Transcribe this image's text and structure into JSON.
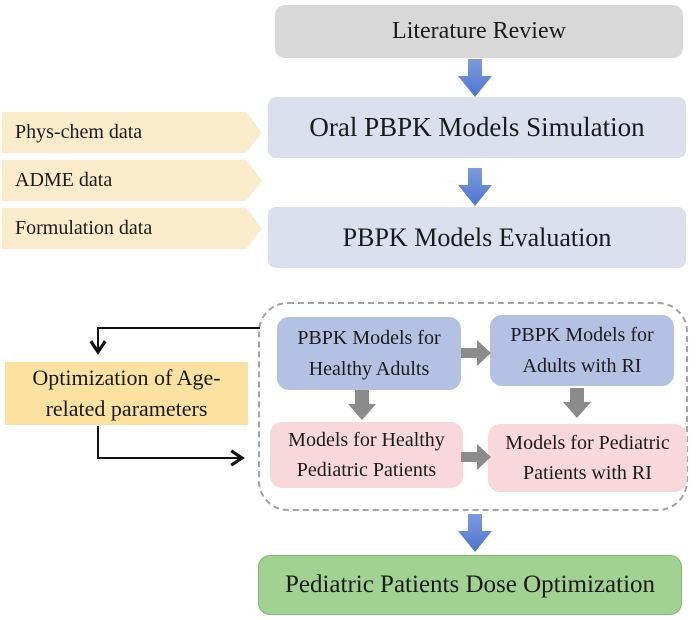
{
  "figure": {
    "type": "flowchart",
    "description": "PBPK pediatric dose optimization workflow"
  },
  "flow": {
    "literature": "Literature Review",
    "oral_simulation": "Oral PBPK Models Simulation",
    "evaluation": "PBPK Models Evaluation",
    "dose_optimization": "Pediatric Patients Dose Optimization"
  },
  "data_inputs": [
    {
      "label": "Phys-chem data"
    },
    {
      "label": "ADME data"
    },
    {
      "label": "Formulation data"
    }
  ],
  "model_group": {
    "adult_healthy": "PBPK Models for Healthy Adults",
    "adult_ri": "PBPK Models for Adults with RI",
    "pediatric_healthy": "Models for Healthy Pediatric Patients",
    "pediatric_ri": "Models for Pediatric Patients with RI"
  },
  "optimization": {
    "line1": "Optimization of Age-",
    "line2": "related parameters"
  },
  "colors": {
    "literature_bg": "#d8d8d8",
    "stage_bg": "#dbdfee",
    "banner_bg": "#faeccb",
    "adult_box_bg": "#b3c1e3",
    "pediatric_box_bg": "#f9d8db",
    "optimization_bg": "#fbe2a1",
    "result_bg": "#a1d292",
    "flow_arrow_blue": "#5b82d6",
    "inner_arrow_gray": "#8b8b8b",
    "connector_black": "#111111",
    "dashed_border": "#a3a3a3"
  }
}
